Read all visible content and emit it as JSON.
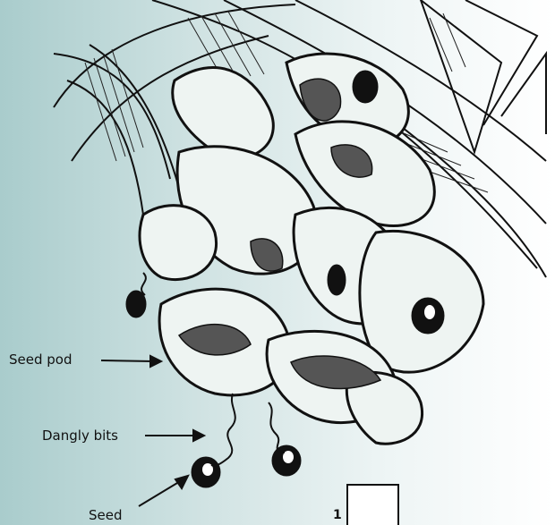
{
  "labels": {
    "seed_pod": "Seed pod",
    "dangly_bits": "Dangly bits",
    "seed": "Seed"
  },
  "scale_number": "1",
  "colors": {
    "background_left": "#a9cccc",
    "background_right": "#ffffff",
    "ink": "#111111"
  }
}
